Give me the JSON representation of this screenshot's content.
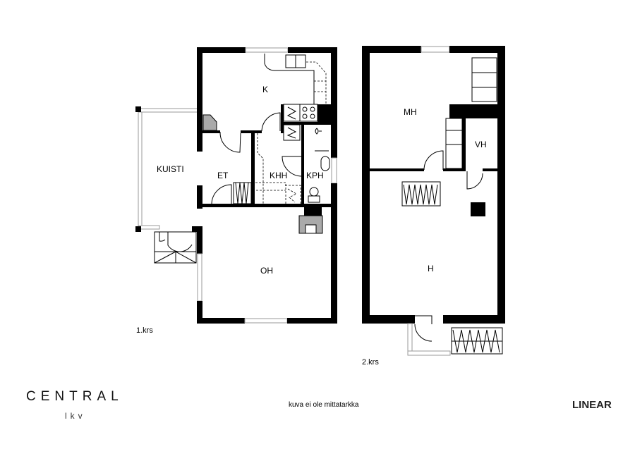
{
  "floor1": {
    "label": "1.krs",
    "rooms": {
      "k": "K",
      "kuisti": "KUISTI",
      "et": "ET",
      "khh": "KHH",
      "kph": "KPH",
      "oh": "OH"
    }
  },
  "floor2": {
    "label": "2.krs",
    "rooms": {
      "mh": "MH",
      "vh": "VH",
      "h": "H"
    }
  },
  "footer": {
    "brand": "CENTRAL",
    "brand_sub": "lkv",
    "note": "kuva ei ole mittatarkka",
    "partner_logo": "LINEAR"
  }
}
